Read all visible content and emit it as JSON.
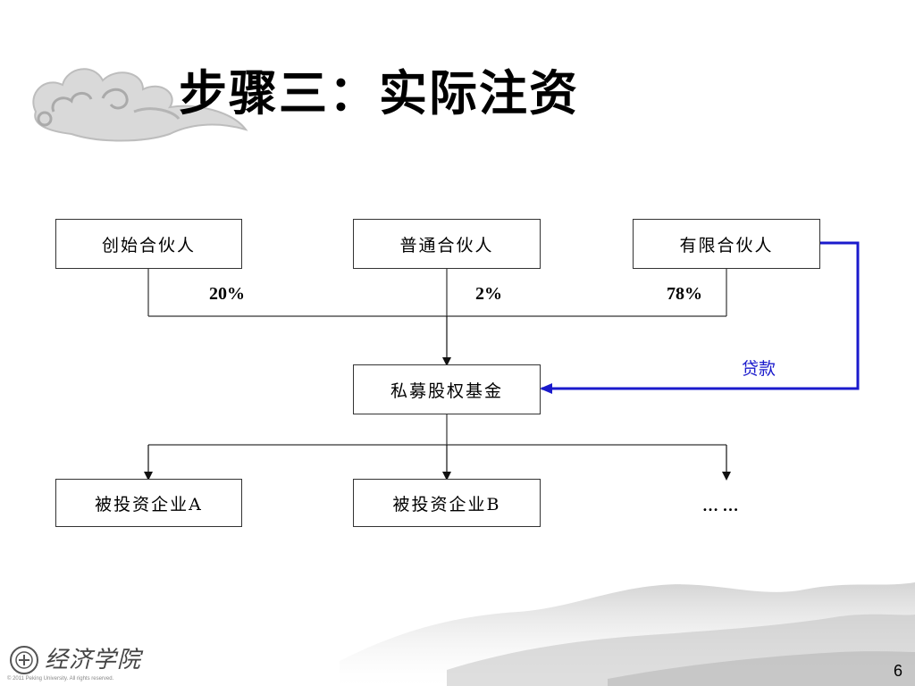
{
  "slide": {
    "title": "步骤三：实际注资",
    "page_number": "6",
    "logo_text": "经济学院",
    "copyright": "© 2011 Peking University. All rights reserved."
  },
  "diagram": {
    "partners": [
      {
        "label": "创始合伙人",
        "share": "20%"
      },
      {
        "label": "普通合伙人",
        "share": "2%"
      },
      {
        "label": "有限合伙人",
        "share": "78%"
      }
    ],
    "fund": {
      "label": "私募股权基金"
    },
    "loan_label": "贷款",
    "investees": [
      {
        "label": "被投资企业A"
      },
      {
        "label": "被投资企业B"
      }
    ],
    "more": "… …",
    "colors": {
      "line": "#333333",
      "loan": "#1a1acc"
    }
  }
}
